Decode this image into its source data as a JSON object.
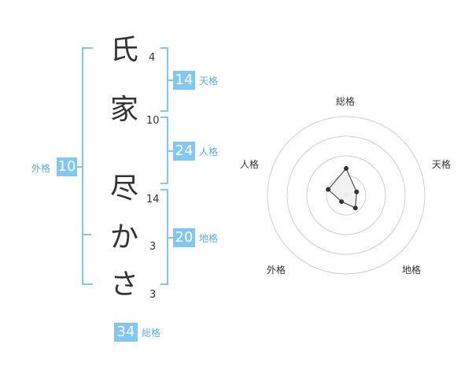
{
  "name": {
    "characters": [
      {
        "char": "氏",
        "strokes": "4"
      },
      {
        "char": "家",
        "strokes": "10"
      },
      {
        "char": "尽",
        "strokes": "14"
      },
      {
        "char": "か",
        "strokes": "3"
      },
      {
        "char": "さ",
        "strokes": "3"
      }
    ]
  },
  "kaku": {
    "tenkaku": {
      "label": "天格",
      "value": "14"
    },
    "jinkaku": {
      "label": "人格",
      "value": "24"
    },
    "chikaku": {
      "label": "地格",
      "value": "20"
    },
    "gaikaku": {
      "label": "外格",
      "value": "10"
    },
    "soukaku": {
      "label": "総格",
      "value": "34"
    }
  },
  "chart_data": {
    "type": "radar",
    "axes": [
      "総格",
      "天格",
      "地格",
      "外格",
      "人格"
    ],
    "values": [
      34,
      14,
      20,
      10,
      24
    ],
    "rmax": 100,
    "ring_count": 4,
    "colors": {
      "accent": "#80c8f0",
      "accent_text": "#5ab0e0",
      "polygon_fill": "#f0f0f0",
      "polygon_stroke": "#333333",
      "ring": "#d0d0d0",
      "center_dot": "#cccccc"
    }
  }
}
